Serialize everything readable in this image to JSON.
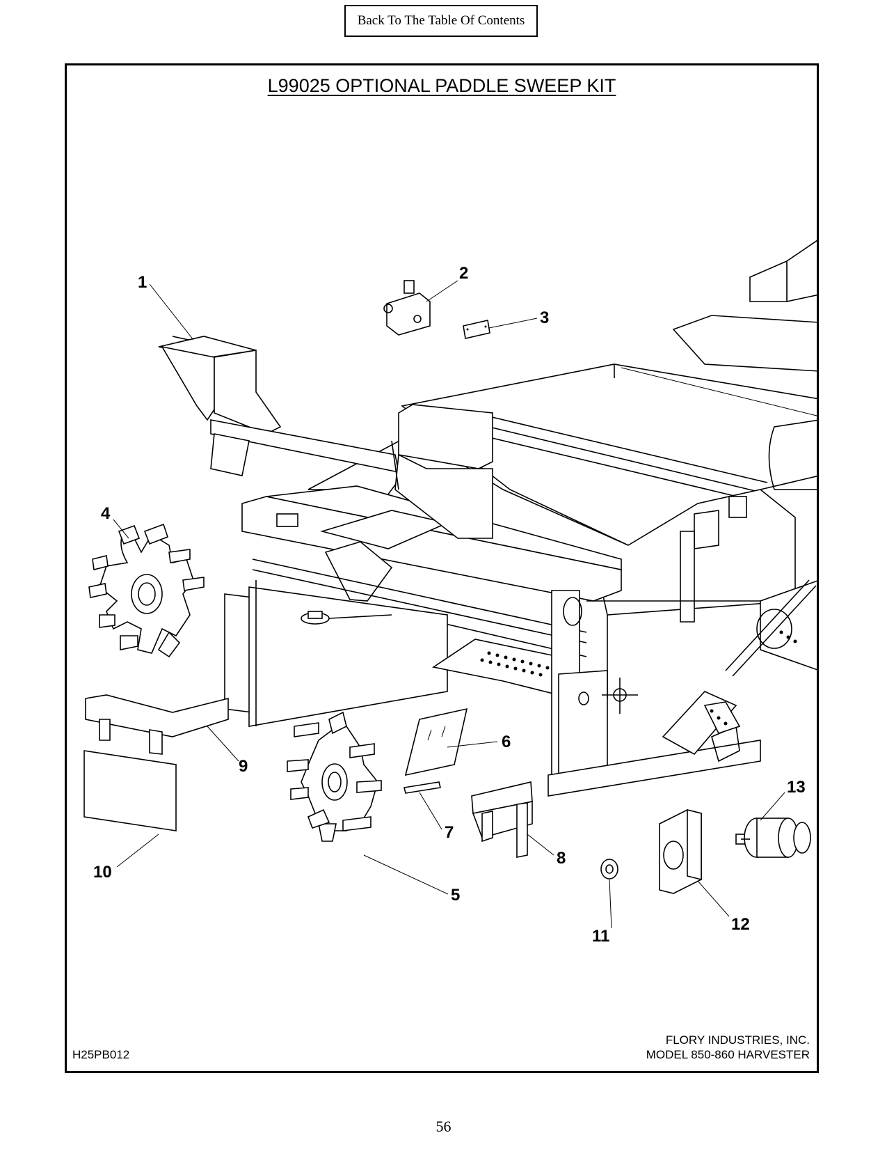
{
  "nav": {
    "toc_label": "Back To The Table Of Contents"
  },
  "diagram": {
    "title": "L99025 OPTIONAL PADDLE SWEEP KIT",
    "drawing_code": "H25PB012",
    "company": "FLORY INDUSTRIES, INC.",
    "model": "MODEL 850-860 HARVESTER",
    "callouts": [
      "1",
      "2",
      "3",
      "4",
      "5",
      "6",
      "7",
      "8",
      "9",
      "10",
      "11",
      "12",
      "13"
    ]
  },
  "page": {
    "number": "56"
  }
}
